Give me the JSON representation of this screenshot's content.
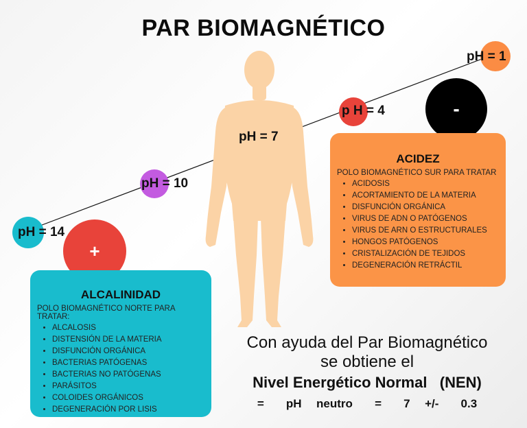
{
  "title": "PAR BIOMAGNÉTICO",
  "scale": {
    "ph14": "pH = 14",
    "ph10": "pH = 10",
    "ph7": "pH = 7",
    "ph4": "p H = 4",
    "ph1": "pH = 1"
  },
  "poles": {
    "positive": "+",
    "negative": "-"
  },
  "alcalinidad": {
    "title": "ALCALINIDAD",
    "subtitle": "POLO BIOMAGNÉTICO NORTE PARA TRATAR:",
    "items": [
      "ALCALOSIS",
      "DISTENSIÓN DE LA MATERIA",
      "DISFUNCIÓN ORGÁNICA",
      "BACTERIAS PATÓGENAS",
      "BACTERIAS NO PATÓGENAS",
      "PARÁSITOS",
      "COLOIDES ORGÁNICOS",
      "DEGENERACIÓN POR LISIS"
    ]
  },
  "acidez": {
    "title": "ACIDEZ",
    "subtitle": "POLO BIOMAGNÉTICO SUR PARA TRATAR",
    "items": [
      "ACIDOSIS",
      "ACORTAMIENTO DE LA MATERIA",
      "DISFUNCIÓN ORGÁNICA",
      "VIRUS DE ADN O PATÓGENOS",
      "VIRUS DE ARN O ESTRUCTURALES",
      "HONGOS PATÓGENOS",
      "CRISTALIZACIÓN DE TEJIDOS",
      "DEGENERACIÓN RETRÁCTIL"
    ]
  },
  "nen": {
    "line1": "Con ayuda del Par Biomagnético",
    "line2": "se obtiene el",
    "line3": "Nivel Energético Normal   (NEN)",
    "line4": "=   pH  neutro   =   7  +/-   0.3"
  },
  "colors": {
    "teal": "#19bccd",
    "orange": "#fb8c44",
    "red": "#e8433a",
    "purple": "#c35be0",
    "light_orange": "#fb9447",
    "black": "#000000",
    "skin": "#fbd3a6"
  }
}
